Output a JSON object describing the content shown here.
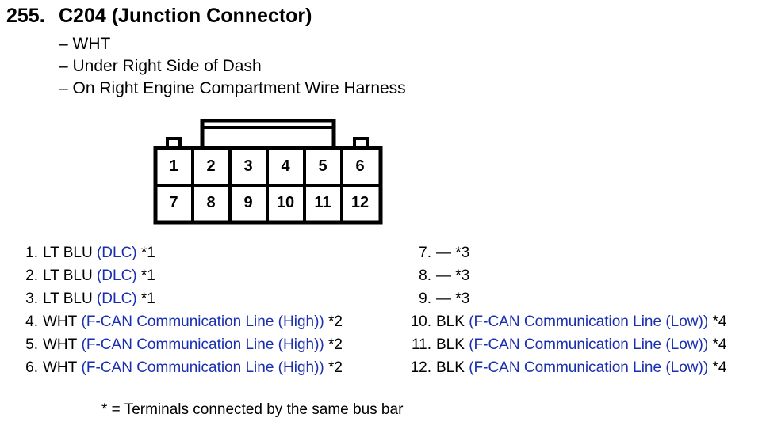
{
  "header": {
    "number": "255.",
    "title": "C204 (Junction Connector)"
  },
  "description": [
    "– WHT",
    "– Under Right Side of Dash",
    "– On Right Engine Compartment Wire Harness"
  ],
  "connector": {
    "pins_top": [
      "1",
      "2",
      "3",
      "4",
      "5",
      "6"
    ],
    "pins_bottom": [
      "7",
      "8",
      "9",
      "10",
      "11",
      "12"
    ]
  },
  "wires_left": [
    {
      "num": "1.",
      "color": "LT BLU",
      "desc": "(DLC)",
      "note": "*1"
    },
    {
      "num": "2.",
      "color": "LT BLU",
      "desc": "(DLC)",
      "note": "*1"
    },
    {
      "num": "3.",
      "color": "LT BLU",
      "desc": "(DLC)",
      "note": "*1"
    },
    {
      "num": "4.",
      "color": "WHT",
      "desc": "(F-CAN Communication Line (High))",
      "note": "*2"
    },
    {
      "num": "5.",
      "color": "WHT",
      "desc": "(F-CAN Communication Line (High))",
      "note": "*2"
    },
    {
      "num": "6.",
      "color": "WHT",
      "desc": "(F-CAN Communication Line (High))",
      "note": "*2"
    }
  ],
  "wires_right": [
    {
      "num": "7.",
      "color": "—",
      "desc": "",
      "note": "*3"
    },
    {
      "num": "8.",
      "color": "—",
      "desc": "",
      "note": "*3"
    },
    {
      "num": "9.",
      "color": "—",
      "desc": "",
      "note": "*3"
    },
    {
      "num": "10.",
      "color": "BLK",
      "desc": "(F-CAN Communication Line (Low))",
      "note": "*4"
    },
    {
      "num": "11.",
      "color": "BLK",
      "desc": "(F-CAN Communication Line (Low))",
      "note": "*4"
    },
    {
      "num": "12.",
      "color": "BLK",
      "desc": "(F-CAN Communication Line (Low))",
      "note": "*4"
    }
  ],
  "footnote": "* = Terminals connected by the same bus bar",
  "colors": {
    "text": "#000000",
    "circuit_desc": "#1a2fb0"
  }
}
